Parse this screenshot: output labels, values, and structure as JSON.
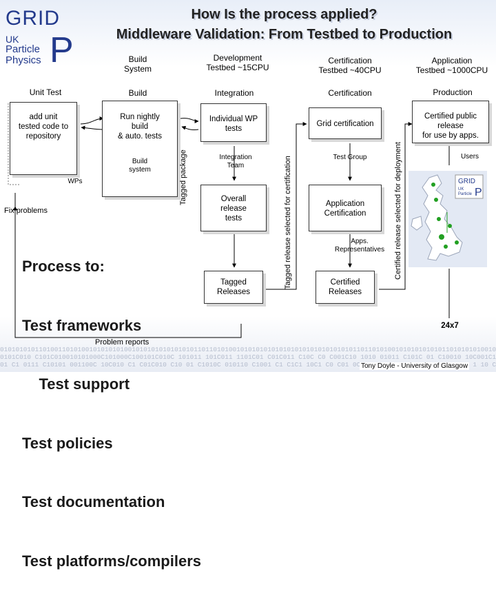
{
  "header": {
    "title_line1": "How Is the process applied?",
    "title_line2": "Middleware Validation: From Testbed to Production"
  },
  "logo": {
    "grid": "GRID",
    "uk": "UK",
    "particle": "Particle",
    "physics": "Physics",
    "p": "P"
  },
  "columns": {
    "build_system": [
      "Build",
      "System"
    ],
    "dev_testbed": [
      "Development",
      "Testbed ~15CPU"
    ],
    "cert_testbed": [
      "Certification",
      "Testbed ~40CPU"
    ],
    "app_testbed": [
      "Application",
      "Testbed ~1000CPU"
    ]
  },
  "stages": {
    "unit_test": "Unit Test",
    "build": "Build",
    "integration": "Integration",
    "certification": "Certification",
    "production": "Production"
  },
  "nodes": {
    "add_unit": [
      "add unit",
      "tested code to",
      "repository"
    ],
    "run_nightly": [
      "Run nightly",
      "build",
      "& auto. tests"
    ],
    "build_system": [
      "Build",
      "system"
    ],
    "wps": "WPs",
    "individual_wp": [
      "Individual WP",
      "tests"
    ],
    "integration_team": [
      "Integration",
      "Team"
    ],
    "overall_release": [
      "Overall",
      "release",
      "tests"
    ],
    "tagged_releases": [
      "Tagged",
      "Releases"
    ],
    "grid_certification": "Grid certification",
    "test_group": "Test Group",
    "application_cert": [
      "Application",
      "Certification"
    ],
    "apps_reps": [
      "Apps.",
      "Representatives"
    ],
    "certified_releases": [
      "Certified",
      "Releases"
    ],
    "certified_public": [
      "Certified public",
      "release",
      "for use by apps."
    ],
    "users": "Users",
    "twenty_four_seven": "24x7"
  },
  "vertical_labels": {
    "tagged_package": "Tagged package",
    "tagged_release_cert": "Tagged release selected for certification",
    "certified_release_deploy": "Certified release selected for deployment"
  },
  "left_text": {
    "fix_problems": "Fix problems",
    "process_lines": [
      "Process to:",
      "Test frameworks",
      "    Test support",
      "Test policies",
      "Test documentation",
      "Test platforms/compilers"
    ],
    "problem_reports": "Problem reports"
  },
  "footer": {
    "author": "Tony Doyle - University of Glasgow",
    "binary_line1": "0101010101101001101010010101010100101010101010101011011010100101010101010101010101010101010110110101001010101010101101010101001010010101010010101010",
    "binary_line2": "0101C010 C101C010010101000C101000C100101C010C 101011 101C011 1101C01 C01C011 C10C C0 C001C10 1010 01011 C101C 01 C10010 10C001C10 C1011C 01 101C010",
    "binary_line3": "01 C1 0111 C10101 001100C 10C010 C1 C01C010 C10 01 C1010C 010110 C1001 C1 C1C1 10C1 C0 C01 0C101 C1C10 101 C1 C01 C10 C1C 1 10 C1 001C10 C10 010"
  },
  "colors": {
    "title": "#222222",
    "logo_blue": "#233a8c",
    "map_green": "#22a022"
  }
}
